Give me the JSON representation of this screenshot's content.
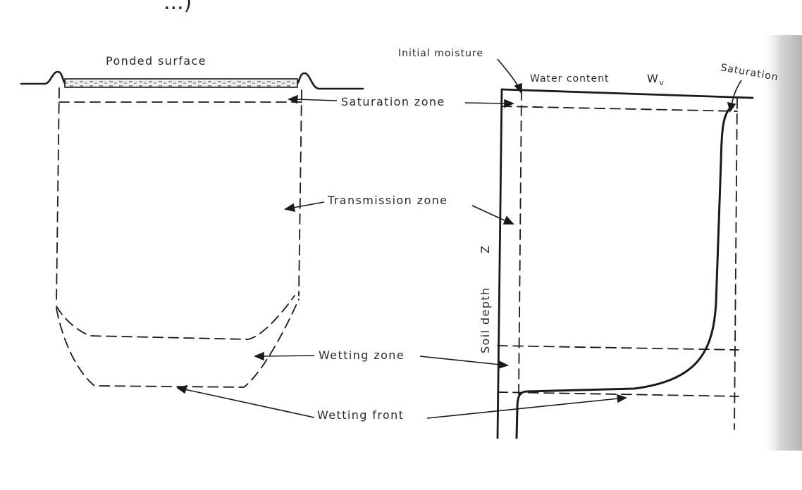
{
  "top_fragment": "...)",
  "labels": {
    "ponded_surface": "Ponded surface",
    "saturation_zone": "Saturation zone",
    "transmission_zone": "Transmission zone",
    "wetting_zone": "Wetting zone",
    "wetting_front": "Wetting front",
    "initial_moisture": "Initial moisture",
    "water_content": "Water content",
    "water_content_symbol": "W",
    "water_content_subscript": "v",
    "saturation": "Saturation",
    "soil_depth": "Soil depth",
    "soil_depth_symbol": "Z"
  },
  "colors": {
    "line": "#1a1a1a",
    "dashed": "#333333",
    "page_edge": "#c8c8c8"
  }
}
